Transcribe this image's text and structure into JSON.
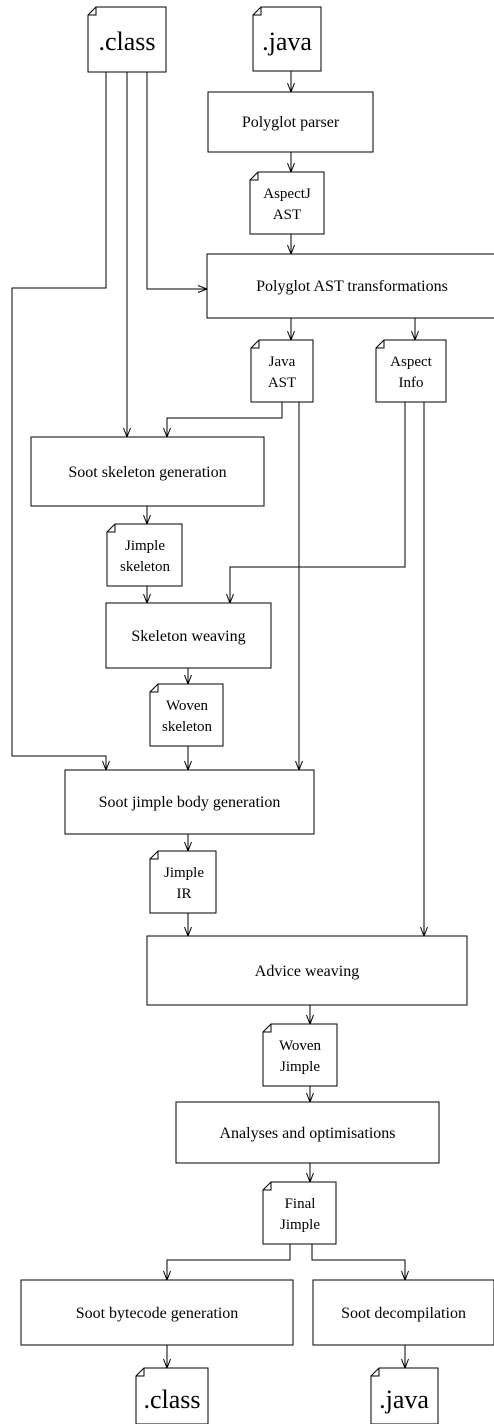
{
  "documents": {
    "input_class": ".class",
    "input_java": ".java",
    "aspectj_ast": [
      "AspectJ",
      "AST"
    ],
    "java_ast": [
      "Java",
      "AST"
    ],
    "aspect_info": [
      "Aspect",
      "Info"
    ],
    "jimple_skeleton": [
      "Jimple",
      "skeleton"
    ],
    "woven_skeleton": [
      "Woven",
      "skeleton"
    ],
    "jimple_ir": [
      "Jimple",
      "IR"
    ],
    "woven_jimple": [
      "Woven",
      "Jimple"
    ],
    "final_jimple": [
      "Final",
      "Jimple"
    ],
    "output_class": ".class",
    "output_java": ".java"
  },
  "processes": {
    "polyglot_parser": "Polyglot parser",
    "polyglot_ast_transformations": "Polyglot AST transformations",
    "soot_skeleton_generation": "Soot skeleton generation",
    "skeleton_weaving": "Skeleton weaving",
    "soot_jimple_body_generation": "Soot jimple body generation",
    "advice_weaving": "Advice weaving",
    "analyses_and_optimisations": "Analyses and optimisations",
    "soot_bytecode_generation": "Soot bytecode generation",
    "soot_decompilation": "Soot decompilation"
  }
}
